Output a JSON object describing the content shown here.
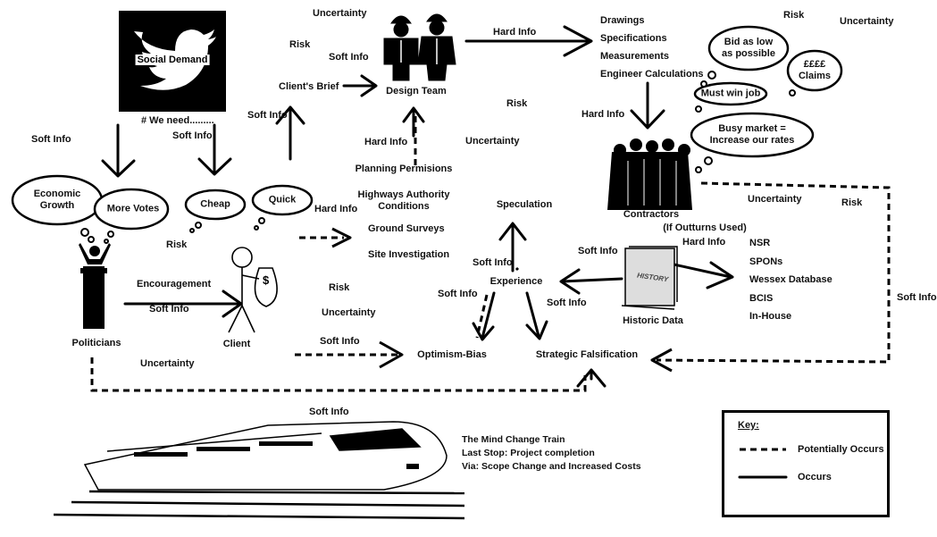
{
  "nodes": {
    "social_demand": "Social Demand",
    "we_need": "# We need.........",
    "design_team": "Design Team",
    "clients_brief": "Client's Brief",
    "contractors": "Contractors",
    "politicians": "Politicians",
    "client": "Client",
    "speculation": "Speculation",
    "experience": "Experience",
    "historic_data": "Historic Data",
    "historic_book": "HISTORY",
    "optimism_bias": "Optimism-Bias",
    "strategic_falsification": "Strategic Falsification",
    "if_outturns": "(If Outturns Used)"
  },
  "clouds": {
    "economic_growth": "Economic\nGrowth",
    "more_votes": "More Votes",
    "cheap": "Cheap",
    "quick": "Quick",
    "bid_low": "Bid as low\nas possible",
    "claims": "££££\nClaims",
    "must_win": "Must win job",
    "busy_market": "Busy market =\nIncrease our rates"
  },
  "design_outputs": [
    "Drawings",
    "Specifications",
    "Measurements",
    "Engineer Calculations"
  ],
  "inputs": [
    "Planning Permisions",
    "Highways Authority\nConditions",
    "Ground Surveys",
    "Site Investigation"
  ],
  "sources": [
    "NSR",
    "SPONs",
    "Wessex Database",
    "BCIS",
    "In-House"
  ],
  "flow_labels": {
    "soft_info": "Soft Info",
    "hard_info": "Hard Info",
    "encouragement": "Encouragement",
    "risk": "Risk",
    "uncertainty": "Uncertainty"
  },
  "train": {
    "line1": "The Mind Change Train",
    "line2": "Last Stop: Project completion",
    "line3": "Via: Scope Change and Increased Costs"
  },
  "key": {
    "title": "Key:",
    "potential": "Potentially Occurs",
    "occurs": "Occurs"
  }
}
